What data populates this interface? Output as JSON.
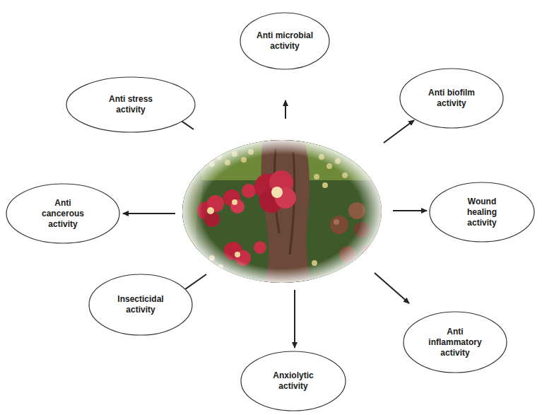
{
  "diagram": {
    "nodes": [
      {
        "text": [
          "Anti microbial activity"
        ]
      },
      {
        "text": [
          "Anti stress activity"
        ]
      },
      {
        "text": [
          "Anti biofilm activity"
        ]
      },
      {
        "text": [
          "Anti cancerous activity"
        ]
      },
      {
        "text": [
          "Wound healing activity"
        ]
      },
      {
        "text": [
          "Insecticidal activity"
        ]
      },
      {
        "text": [
          "Anti inflammatory activity"
        ]
      },
      {
        "text": [
          "Anxiolytic activity"
        ]
      }
    ]
  }
}
